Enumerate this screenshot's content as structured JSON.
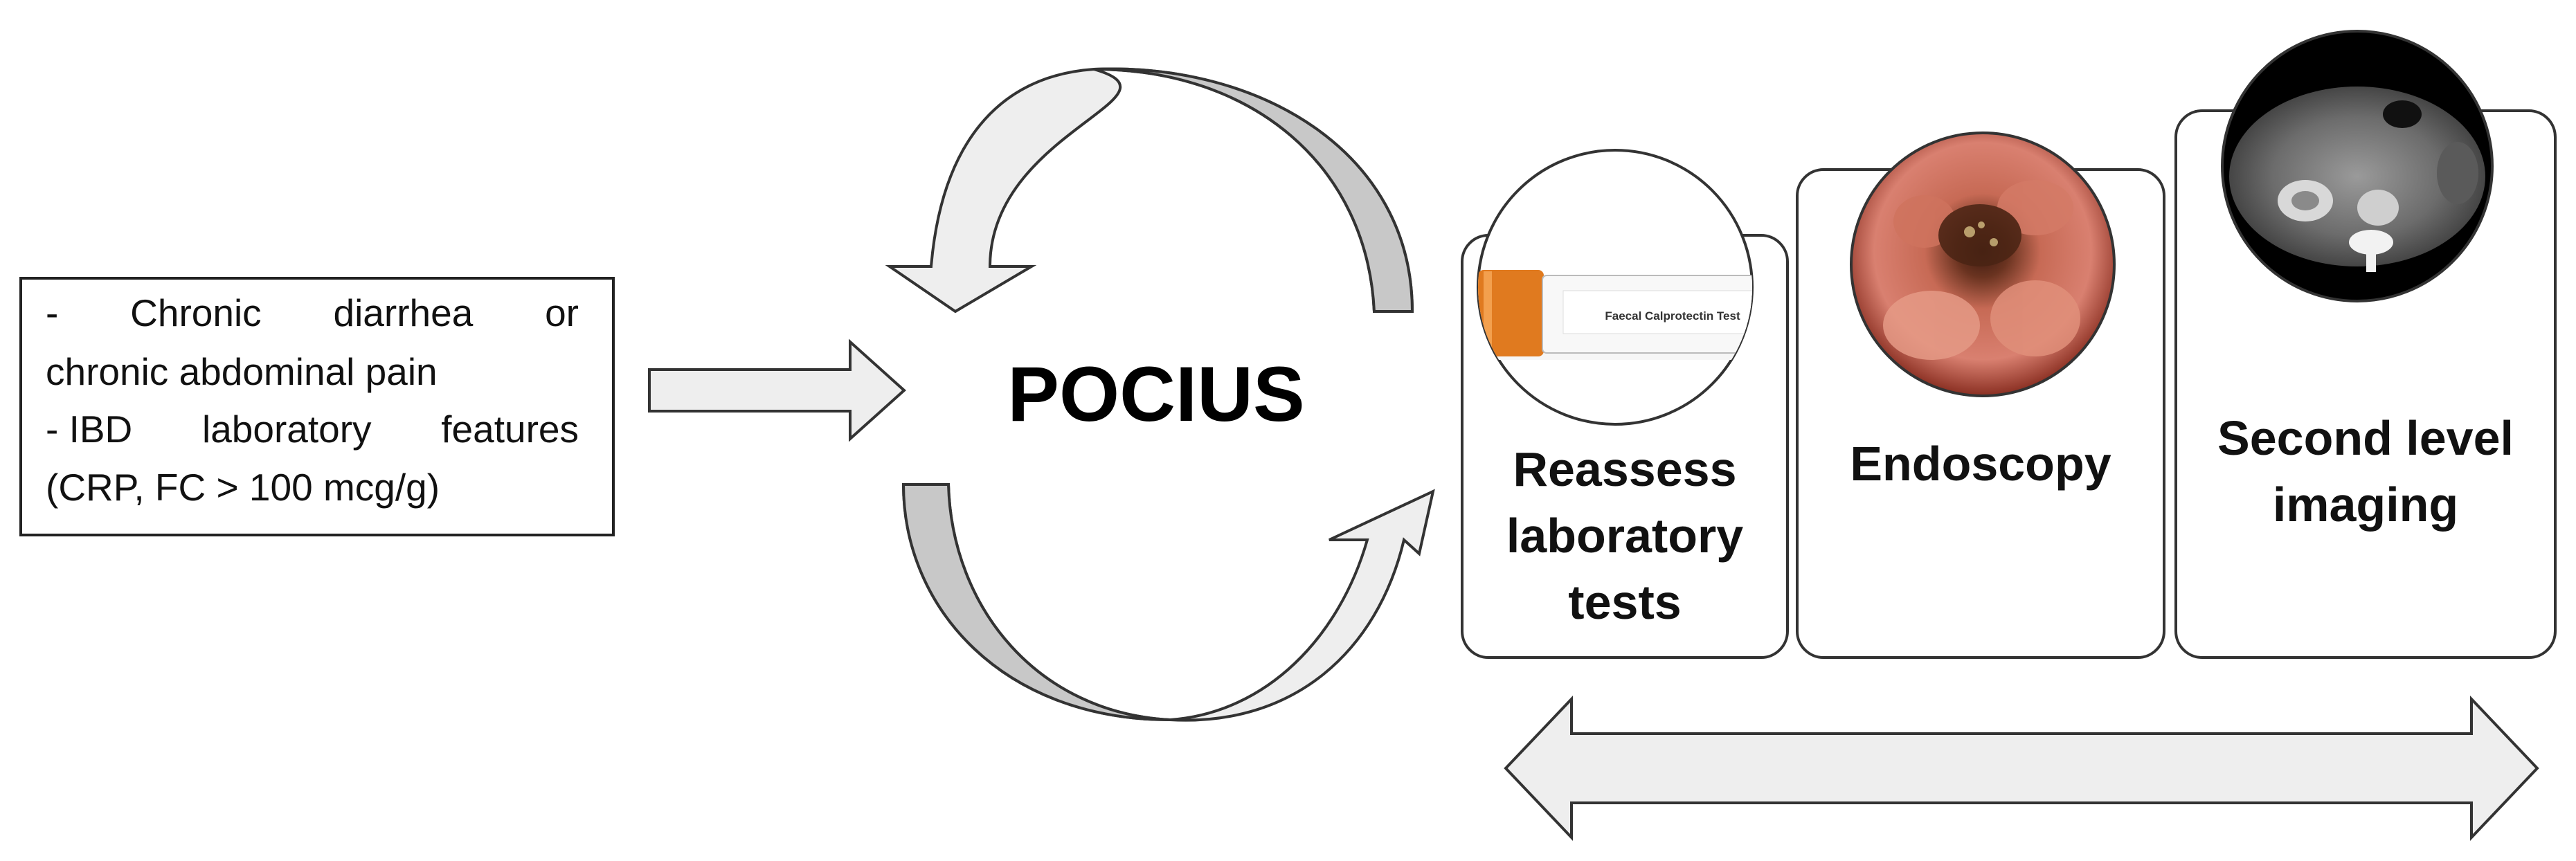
{
  "input_box": {
    "line1": [
      "-",
      "Chronic",
      "diarrhea",
      "or"
    ],
    "line2": "chronic abdominal pain",
    "line3": [
      "- IBD",
      "laboratory",
      "features"
    ],
    "line4": "(CRP, FC > 100 mcg/g)"
  },
  "center": {
    "label": "POCIUS"
  },
  "cards": [
    {
      "title_lines": [
        "Reassess",
        "laboratory",
        "tests"
      ],
      "image": "faecal-calprotectin-test-tube"
    },
    {
      "title_lines": [
        "Endoscopy"
      ],
      "image": "endoscopic-colon-view"
    },
    {
      "title_lines": [
        "Second level",
        "imaging"
      ],
      "image": "abdominal-ct-scan"
    }
  ],
  "tube_label": "Faecal Calprotectin Test",
  "colors": {
    "arrow_fill": "#eeeeee",
    "arc_fill": "#c8c8c8",
    "stroke": "#333333",
    "tube_cap": "#e07a1f"
  }
}
